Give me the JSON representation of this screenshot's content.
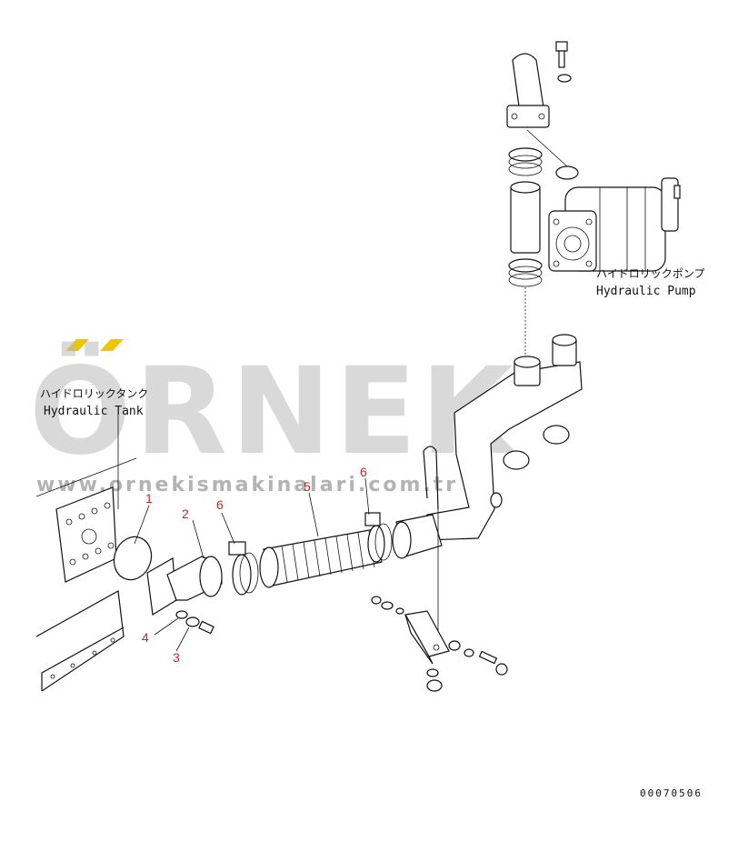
{
  "watermark": {
    "brand": "ÖRNEK",
    "url": "www.ornekismakinalari.com.tr",
    "accent_color": "#f2c400"
  },
  "components": {
    "tank": {
      "name_jp": "ハイドロリックタンク",
      "name_en": "Hydraulic Tank"
    },
    "pump": {
      "name_jp": "ハイドロリックポンプ",
      "name_en": "Hydraulic Pump"
    }
  },
  "callouts": {
    "n1": "1",
    "n2": "2",
    "n3": "3",
    "n4": "4",
    "n5": "5",
    "n6a": "6",
    "n6b": "6"
  },
  "callout_color": "#cc2222",
  "drawing_code": "00070506"
}
